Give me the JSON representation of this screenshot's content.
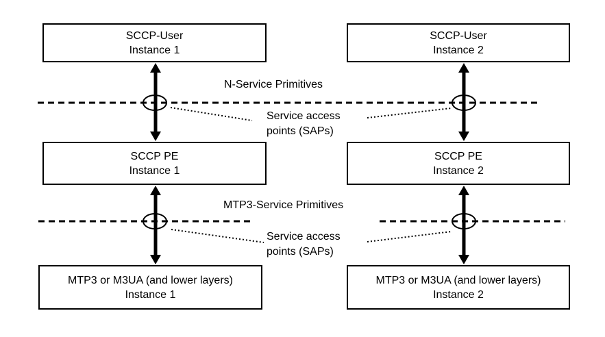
{
  "boxes": {
    "sccp_user_1": {
      "name": "SCCP-User",
      "instance": "Instance 1"
    },
    "sccp_user_2": {
      "name": "SCCP-User",
      "instance": "Instance 2"
    },
    "sccp_pe_1": {
      "name": "SCCP PE",
      "instance": "Instance 1"
    },
    "sccp_pe_2": {
      "name": "SCCP PE",
      "instance": "Instance 2"
    },
    "mtp3_1": {
      "name": "MTP3 or M3UA (and lower layers)",
      "instance": "Instance 1"
    },
    "mtp3_2": {
      "name": "MTP3 or M3UA (and lower layers)",
      "instance": "Instance 2"
    }
  },
  "labels": {
    "n_service_primitives": "N-Service Primitives",
    "mtp3_service_primitives": "MTP3-Service Primitives",
    "sap_upper": {
      "line1": "Service access",
      "line2": "points (SAPs)"
    },
    "sap_lower": {
      "line1": "Service access",
      "line2": "points (SAPs)"
    }
  },
  "colors": {
    "line": "#000000",
    "text": "#000000",
    "background": "#ffffff"
  }
}
